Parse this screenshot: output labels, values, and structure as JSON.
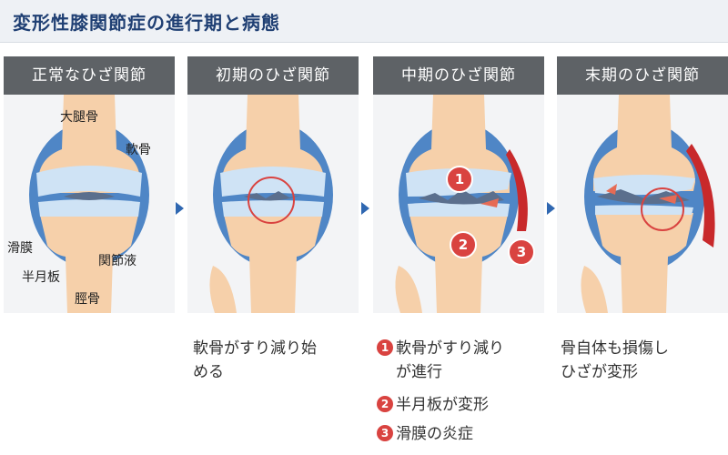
{
  "title": "変形性膝関節症の進行期と病態",
  "panels": [
    {
      "heading": "正常なひざ関節"
    },
    {
      "heading": "初期のひざ関節"
    },
    {
      "heading": "中期のひざ関節"
    },
    {
      "heading": "末期のひざ関節"
    }
  ],
  "labels": {
    "femur": "大腿骨",
    "cartilage": "軟骨",
    "synovium": "滑膜",
    "synovial_fluid": "関節液",
    "meniscus": "半月板",
    "tibia": "脛骨"
  },
  "badges": [
    "1",
    "2",
    "3"
  ],
  "descriptions": {
    "early": [
      "軟骨がすり減り始",
      "める"
    ],
    "middle": [
      {
        "num": "1",
        "lines": [
          "軟骨がすり減り",
          "が進行"
        ]
      },
      {
        "num": "2",
        "lines": [
          "半月板が変形"
        ]
      },
      {
        "num": "3",
        "lines": [
          "滑膜の炎症"
        ]
      }
    ],
    "late": [
      "骨自体も損傷し",
      "ひざが変形"
    ]
  },
  "colors": {
    "accent": "#d94340",
    "heading_bg": "#5e6266",
    "title_text": "#1f3f73",
    "arrow": "#2f67b1",
    "cartilage": "#cfe3f5",
    "capsule": "#4f86c6"
  }
}
